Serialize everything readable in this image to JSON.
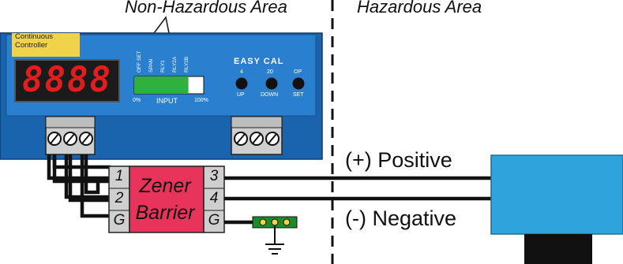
{
  "areas": {
    "non_hazardous": "Non-Hazardous Area",
    "hazardous": "Hazardous Area"
  },
  "controller": {
    "title": "Continuous Controller",
    "display": "8888",
    "indicators": [
      "OFF SET",
      "SPAN",
      "RLY1",
      "RLY2A",
      "RLY2B"
    ],
    "input_label": "INPUT",
    "input_min": "0%",
    "input_max": "100%",
    "input_level": 0.78,
    "easy_cal": "EASY CAL",
    "buttons": [
      {
        "top": "4",
        "bottom": "UP"
      },
      {
        "top": "20",
        "bottom": "DOWN"
      },
      {
        "top": "OP",
        "bottom": "SET"
      }
    ]
  },
  "barrier": {
    "line1": "Zener",
    "line2": "Barrier",
    "left_terminals": [
      "1",
      "2",
      "G"
    ],
    "right_terminals": [
      "3",
      "4",
      "G"
    ]
  },
  "labels": {
    "positive": "(+) Positive",
    "negative": "(-) Negative"
  },
  "colors": {
    "controller_body": "#1a63ad",
    "controller_panel": "#2b7fcf",
    "title_box": "#f1d34a",
    "barrier": "#e8345a",
    "terminal_block": "#cfcfcf",
    "sensor": "#2ea3dc",
    "input_bar": "#2fb13f",
    "ground_strip": "#1f8a2c"
  }
}
